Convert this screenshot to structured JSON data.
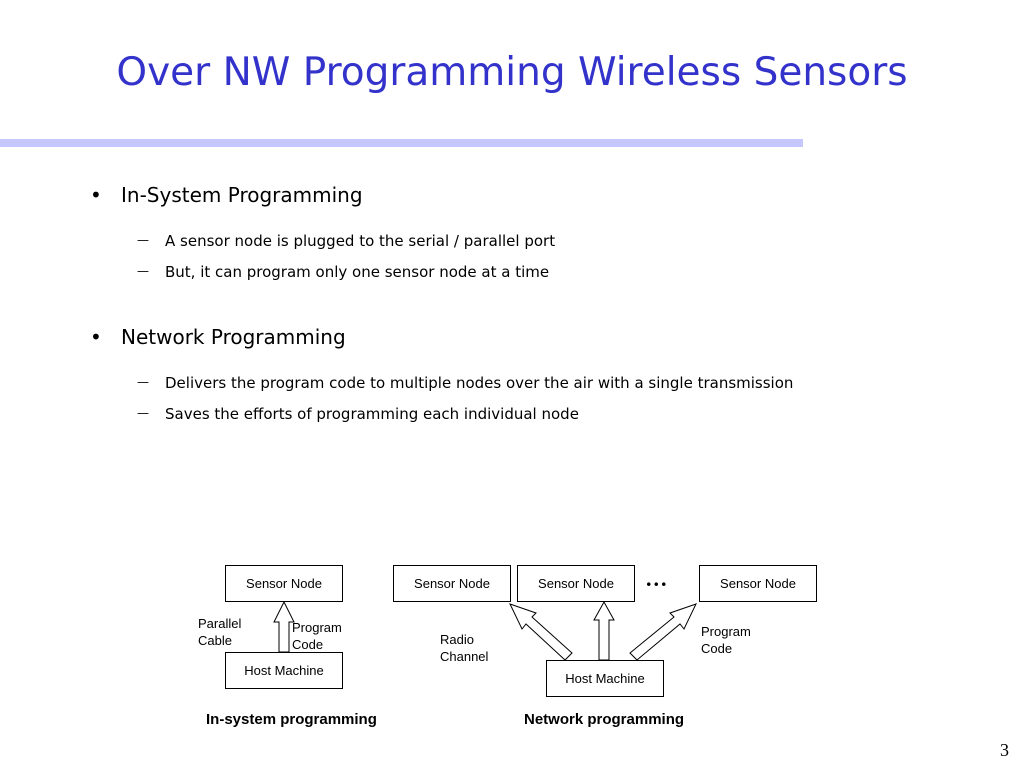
{
  "slide": {
    "title": "Over NW Programming Wireless Sensors",
    "bullets": [
      {
        "text": "In-System Programming",
        "subs": [
          "A sensor node is plugged to the serial / parallel port",
          "But, it can program only one sensor node at a time"
        ]
      },
      {
        "text": "Network Programming",
        "subs": [
          "Delivers the program code to multiple nodes over the air with a single transmission",
          "Saves the efforts of programming each individual node"
        ]
      }
    ],
    "bullet_glyph": "•",
    "sub_glyph": "—",
    "page_number": "3",
    "accent_color": "#3333cc",
    "rule_color": "#c7c7ff"
  },
  "diagram": {
    "in_system": {
      "sensor_node": "Sensor Node",
      "host_machine": "Host Machine",
      "label_left": [
        "Parallel",
        "Cable"
      ],
      "label_right": [
        "Program",
        "Code"
      ],
      "caption": "In-system programming"
    },
    "network": {
      "sensor_nodes": [
        "Sensor Node",
        "Sensor Node",
        "Sensor Node"
      ],
      "ellipsis": "...",
      "host_machine": "Host Machine",
      "label_left": [
        "Radio",
        "Channel"
      ],
      "label_right": [
        "Program",
        "Code"
      ],
      "caption": "Network programming"
    }
  }
}
